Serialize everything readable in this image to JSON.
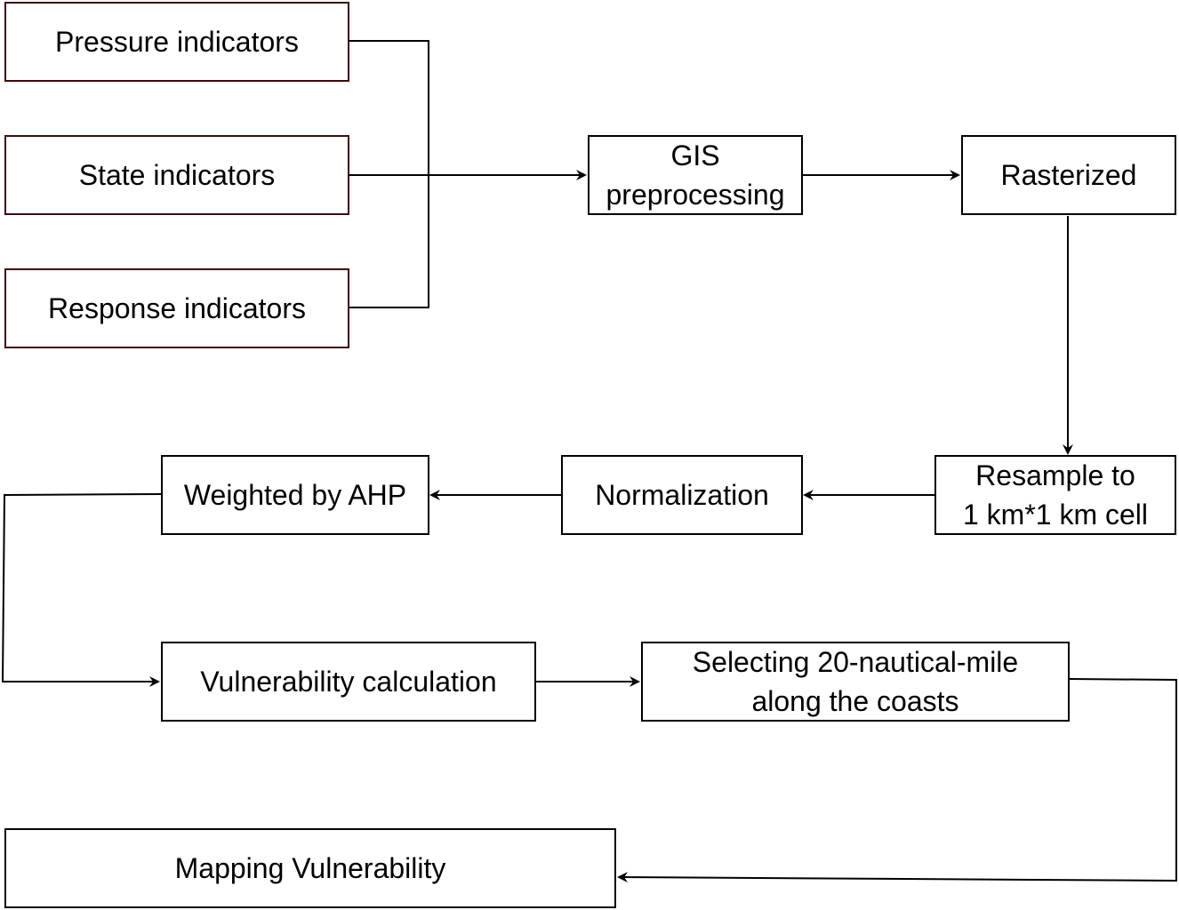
{
  "diagram": {
    "nodes": {
      "pressure": "Pressure indicators",
      "state": "State indicators",
      "response": "Response indicators",
      "gis": "GIS\npreprocessing",
      "rasterized": "Rasterized",
      "resample": "Resample to\n1 km*1 km  cell",
      "normalization": "Normalization",
      "weighted": "Weighted by AHP",
      "vulnerability": "Vulnerability calculation",
      "selecting": "Selecting 20-nautical-mile\nalong the coasts",
      "mapping": "Mapping Vulnerability"
    },
    "colors": {
      "indicator_border": "#3d0c0c",
      "box_border": "#000000",
      "connector": "#000000",
      "background": "#ffffff"
    },
    "edges": [
      {
        "from": "pressure",
        "to": "gis"
      },
      {
        "from": "state",
        "to": "gis"
      },
      {
        "from": "response",
        "to": "gis"
      },
      {
        "from": "gis",
        "to": "rasterized"
      },
      {
        "from": "rasterized",
        "to": "resample"
      },
      {
        "from": "resample",
        "to": "normalization"
      },
      {
        "from": "normalization",
        "to": "weighted"
      },
      {
        "from": "weighted",
        "to": "vulnerability"
      },
      {
        "from": "vulnerability",
        "to": "selecting"
      },
      {
        "from": "selecting",
        "to": "mapping"
      }
    ]
  }
}
